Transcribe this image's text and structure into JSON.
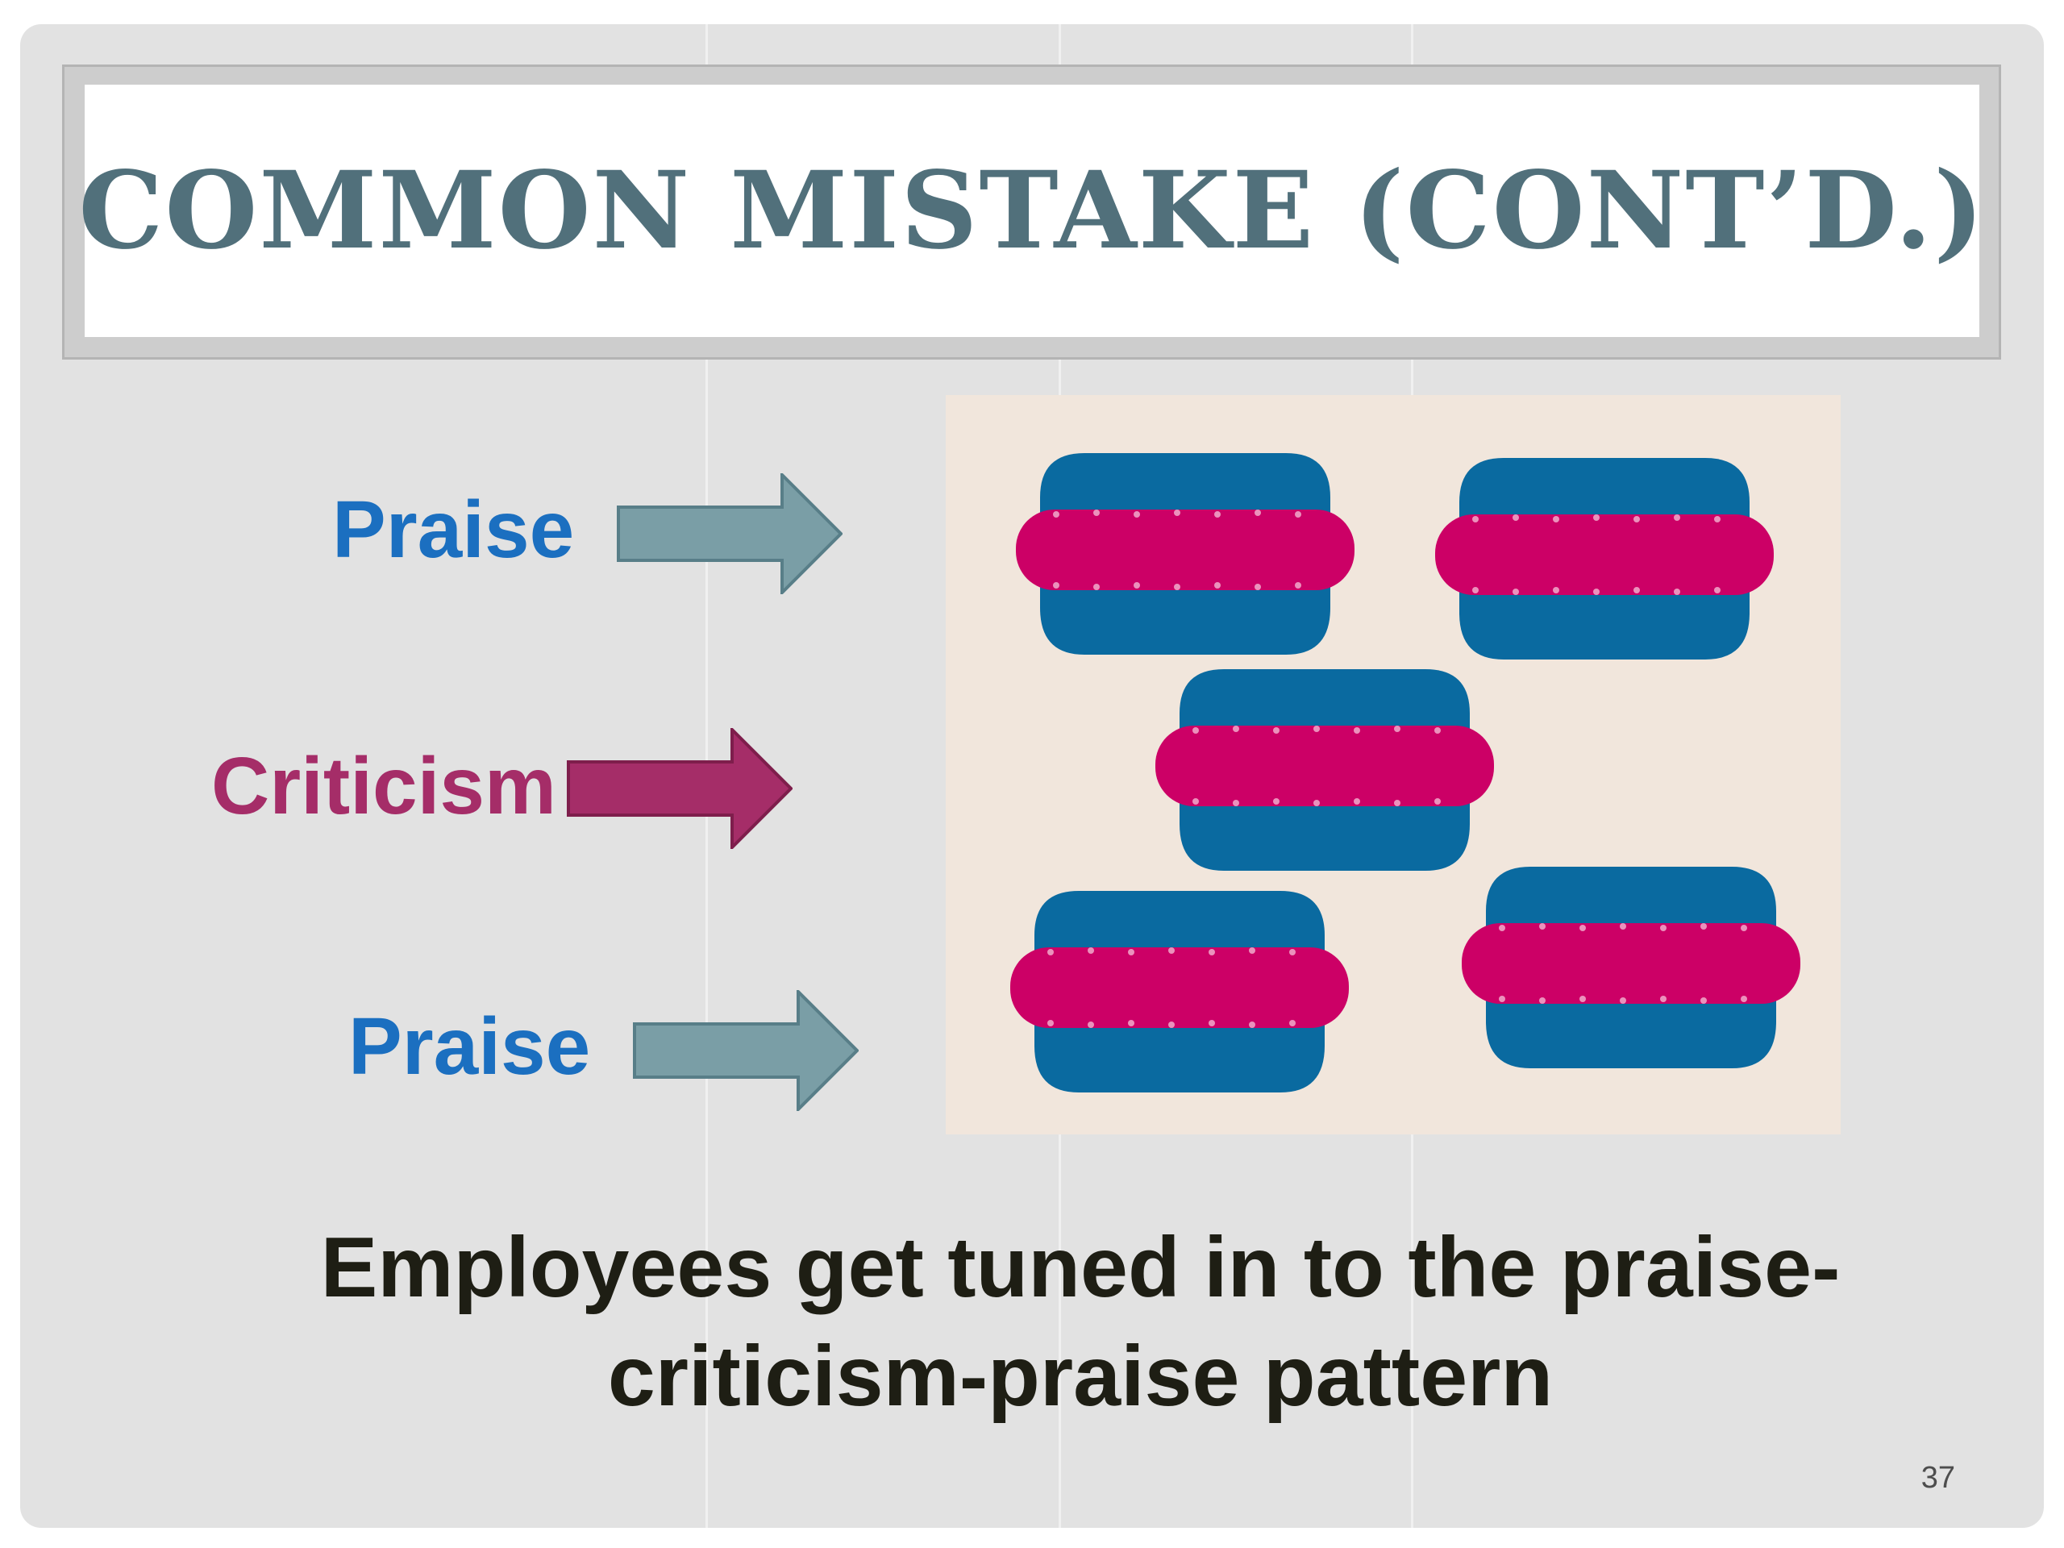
{
  "slide": {
    "title": "COMMON MISTAKE (CONT’D.)",
    "labels": {
      "praise_top": "Praise",
      "criticism": "Criticism",
      "praise_bottom": "Praise"
    },
    "caption_line1": "Employees get tuned in to the praise-",
    "caption_line2": "criticism-praise pattern",
    "page_number": "37"
  },
  "image": {
    "description_icons": "sandwich-cookie-icon",
    "cookie_count": 5
  },
  "colors": {
    "title": "#51707b",
    "praise": "#1b6fc0",
    "criticism": "#a52d68",
    "praise_arrow": "#7a9ea6",
    "criticism_arrow": "#a52d68",
    "cookie_blue": "#0a6aa0",
    "cookie_pink": "#cc0066",
    "panel_bg": "#f1e6dc"
  }
}
